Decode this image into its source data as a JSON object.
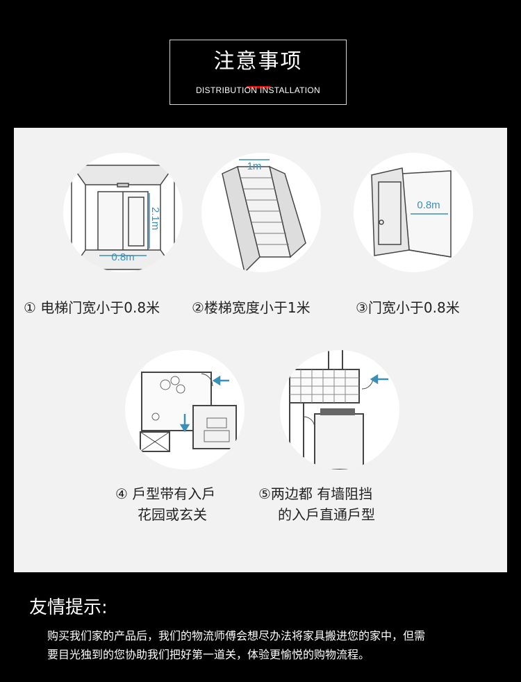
{
  "header": {
    "title": "注意事项",
    "subtitle": "DISTRIBUTION INSTALLATION"
  },
  "items": [
    {
      "label": "① 电梯门宽小于0.8米",
      "dims": {
        "height": "2.1m",
        "width": "0.8m"
      }
    },
    {
      "label": "②楼梯宽度小于1米",
      "dims": {
        "width": "1m"
      }
    },
    {
      "label": "③门宽小于0.8米",
      "dims": {
        "width": "0.8m"
      }
    },
    {
      "label_line1": "④ 戶型带有入戶",
      "label_line2": "花园或玄关"
    },
    {
      "label_line1": "⑤两边都 有墙阻挡",
      "label_line2": "的入戶直通戶型"
    }
  ],
  "tips": {
    "title": "友情提示:",
    "line1": "购买我们家的产品后，我们的物流师傅会想尽办法将家具搬进您的家中，但需",
    "line2": "要目光独到的您协助我们把好第一道关，体验更愉悦的购物流程。"
  },
  "colors": {
    "accent_red": "#e01010",
    "dimension_blue": "#3a8fb7",
    "panel_bg": "#f2f2f2"
  }
}
